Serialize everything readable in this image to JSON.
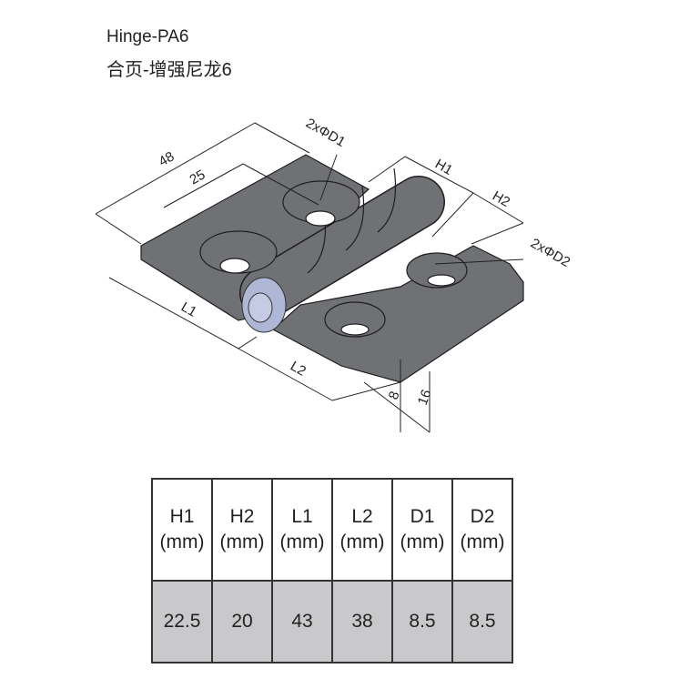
{
  "title_en": "Hinge-PA6",
  "title_cn": "合页-增强尼龙6",
  "drawing": {
    "dim_48": "48",
    "dim_25": "25",
    "dim_d1": "2xΦD1",
    "dim_h1": "H1",
    "dim_h2": "H2",
    "dim_d2": "2xΦD2",
    "dim_l1": "L1",
    "dim_l2": "L2",
    "dim_8": "8",
    "dim_16": "16"
  },
  "table": {
    "headers": [
      {
        "name": "H1",
        "unit": "(mm)"
      },
      {
        "name": "H2",
        "unit": "(mm)"
      },
      {
        "name": "L1",
        "unit": "(mm)"
      },
      {
        "name": "L2",
        "unit": "(mm)"
      },
      {
        "name": "D1",
        "unit": "(mm)"
      },
      {
        "name": "D2",
        "unit": "(mm)"
      }
    ],
    "values": [
      "22.5",
      "20",
      "43",
      "38",
      "8.5",
      "8.5"
    ]
  },
  "colors": {
    "body": "#707175",
    "pin": "#aeb8d6",
    "value_row": "#c9c9cb"
  }
}
